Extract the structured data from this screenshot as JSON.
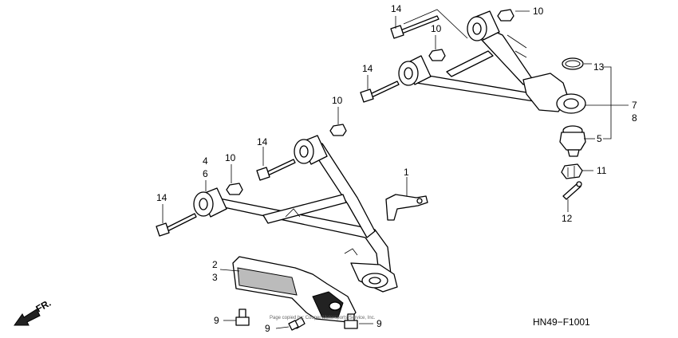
{
  "diagram": {
    "drawing_code": "HN49−F1001",
    "front_marker": "FR.",
    "watermark": "Page copied by: Cooper Motorsports Service, Inc."
  },
  "callouts": {
    "c1": "1",
    "c2": "2",
    "c3": "3",
    "c4": "4",
    "c5": "5",
    "c6": "6",
    "c7": "7",
    "c8": "8",
    "c9a": "9",
    "c9b": "9",
    "c9c": "9",
    "c10a": "10",
    "c10b": "10",
    "c10c": "10",
    "c10d": "10",
    "c11": "11",
    "c12": "12",
    "c13": "13",
    "c14a": "14",
    "c14b": "14",
    "c14c": "14",
    "c14d": "14"
  }
}
